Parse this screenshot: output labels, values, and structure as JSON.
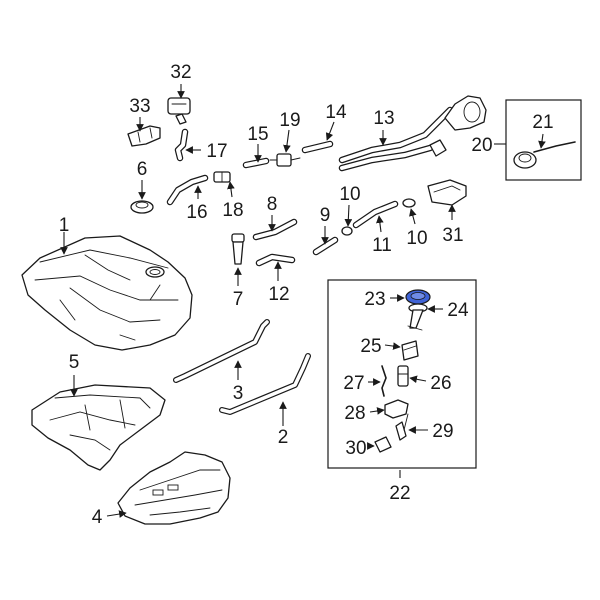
{
  "callouts": {
    "c1": "1",
    "c2": "2",
    "c3": "3",
    "c4": "4",
    "c5": "5",
    "c6": "6",
    "c7": "7",
    "c8": "8",
    "c9": "9",
    "c10a": "10",
    "c10b": "10",
    "c11": "11",
    "c12": "12",
    "c13": "13",
    "c14": "14",
    "c15": "15",
    "c16": "16",
    "c17": "17",
    "c18": "18",
    "c19": "19",
    "c20": "20",
    "c21": "21",
    "c22": "22",
    "c23": "23",
    "c24": "24",
    "c25": "25",
    "c26": "26",
    "c27": "27",
    "c28": "28",
    "c29": "29",
    "c30": "30",
    "c31": "31",
    "c32": "32",
    "c33": "33"
  },
  "colors": {
    "highlight": "#3f63d6",
    "line": "#1a1a1a",
    "background": "#ffffff"
  }
}
